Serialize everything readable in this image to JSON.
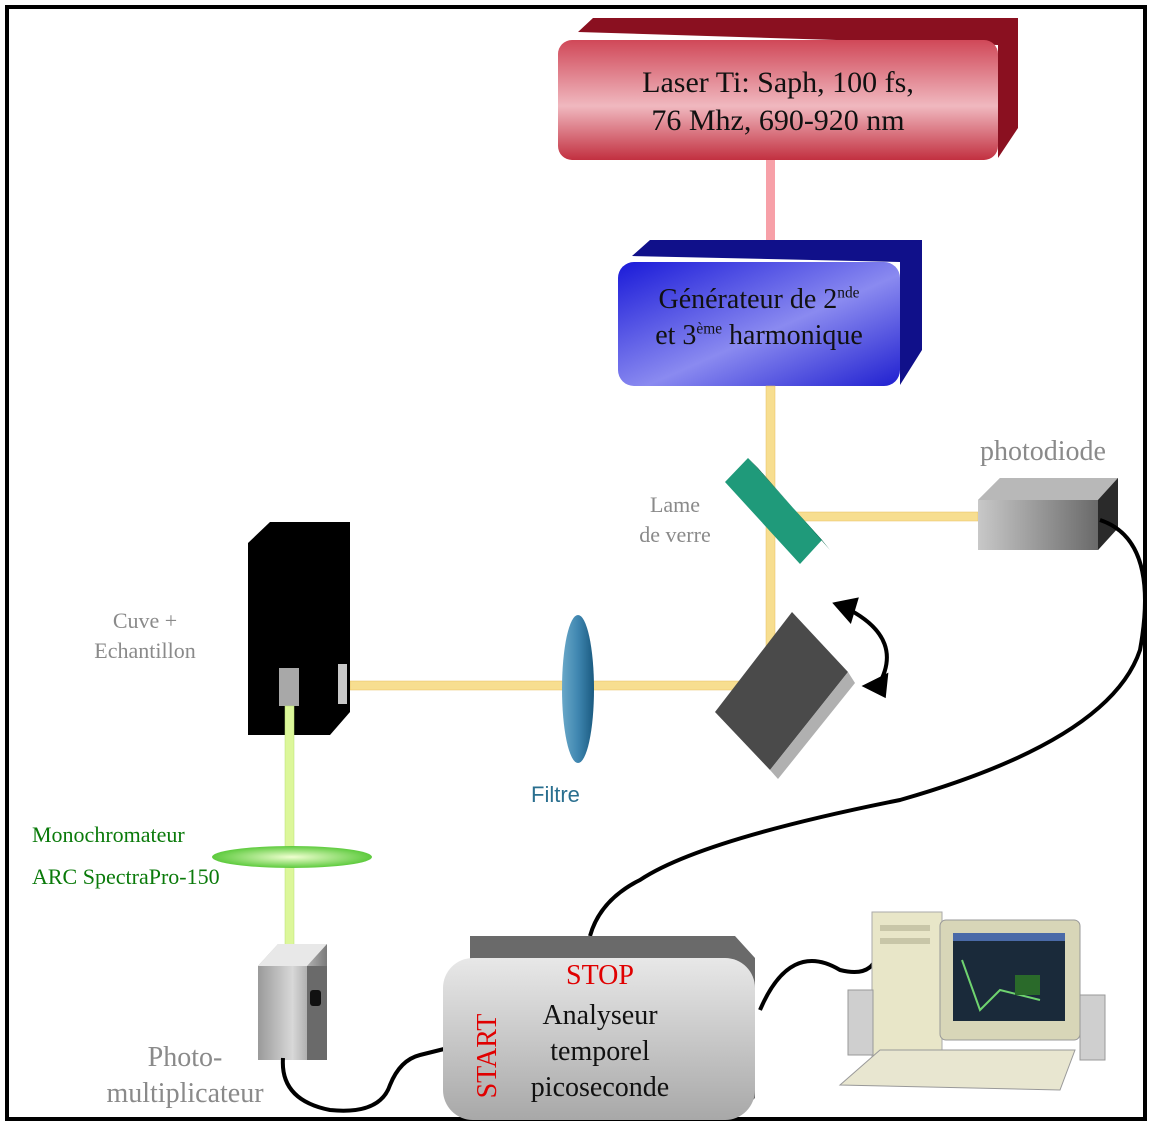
{
  "laser": {
    "line1": "Laser Ti: Saph, 100 fs,",
    "line2": "76 Mhz, 690-920 nm"
  },
  "generator": {
    "prefix1": "Générateur de 2",
    "sup1": "nde",
    "prefix2": "et 3",
    "sup2": "ème",
    "suffix2": " harmonique"
  },
  "photodiode": {
    "label": "photodiode"
  },
  "glass_plate": {
    "line1": "Lame",
    "line2": "de verre"
  },
  "cuvette": {
    "line1": "Cuve +",
    "line2": "Echantillon"
  },
  "filter": {
    "label": "Filtre"
  },
  "monochromator": {
    "line1": "Monochromateur",
    "line2": "ARC SpectraPro-150"
  },
  "photomultiplier": {
    "line1": "Photo-",
    "line2": "multiplicateur"
  },
  "analyzer": {
    "stop": "STOP",
    "start": "START",
    "line1": "Analyseur",
    "line2": "temporel",
    "line3": "picoseconde"
  },
  "colors": {
    "laser_red": "#c0303a",
    "generator_blue": "#2a2ae0",
    "beam_yellow": "#f5dc8a",
    "beam_green": "#d8f58a",
    "label_green": "#0a7a0a",
    "filter_blue": "#2a6f8f",
    "stop_red": "#e00000",
    "plate_teal": "#1f9a7a"
  }
}
